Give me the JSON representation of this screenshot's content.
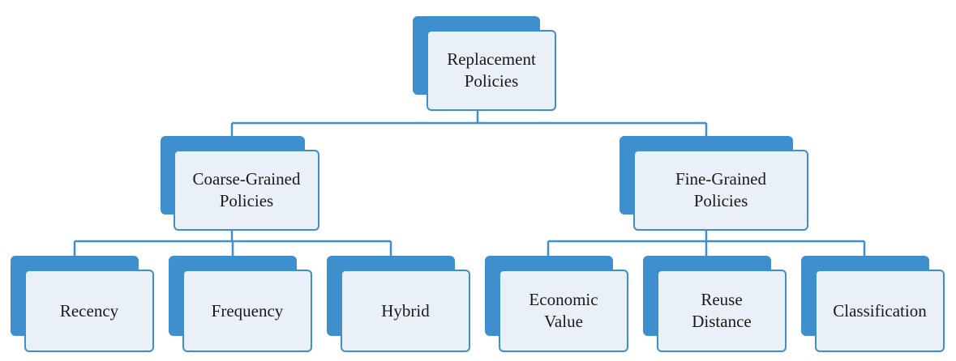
{
  "diagram": {
    "colors": {
      "accent": "#3f8fcf",
      "fill": "#eaf0f8",
      "text": "#1a1a1a"
    },
    "root": {
      "label": "Replacement\nPolicies"
    },
    "level1": [
      {
        "label": "Coarse-Grained\nPolicies"
      },
      {
        "label": "Fine-Grained\nPolicies"
      }
    ],
    "level2": [
      {
        "label": "Recency"
      },
      {
        "label": "Frequency"
      },
      {
        "label": "Hybrid"
      },
      {
        "label": "Economic\nValue"
      },
      {
        "label": "Reuse\nDistance"
      },
      {
        "label": "Classification"
      }
    ]
  }
}
